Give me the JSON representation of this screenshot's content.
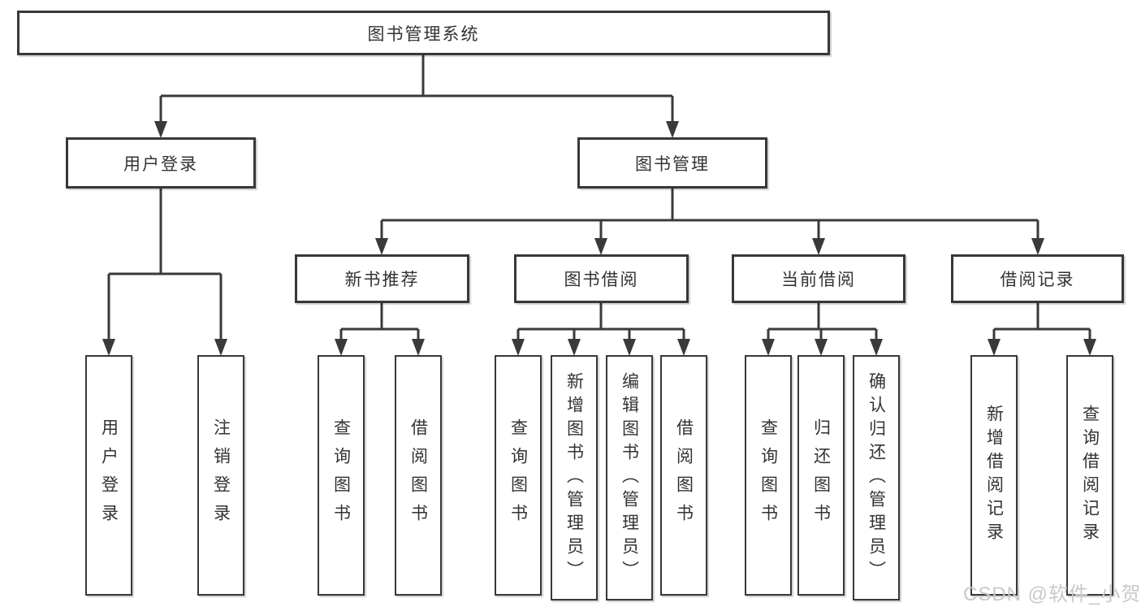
{
  "diagram": {
    "root": {
      "label": "图书管理系统"
    },
    "level2": [
      {
        "label": "用户登录"
      },
      {
        "label": "图书管理"
      }
    ],
    "level3": [
      {
        "label": "新书推荐"
      },
      {
        "label": "图书借阅"
      },
      {
        "label": "当前借阅"
      },
      {
        "label": "借阅记录"
      }
    ],
    "leaves": [
      {
        "label": "用户登录"
      },
      {
        "label": "注销登录"
      },
      {
        "label": "查询图书"
      },
      {
        "label": "借阅图书"
      },
      {
        "label": "查询图书"
      },
      {
        "label": "新增图书（管理员）"
      },
      {
        "label": "编辑图书（管理员）"
      },
      {
        "label": "借阅图书"
      },
      {
        "label": "查询图书"
      },
      {
        "label": "归还图书"
      },
      {
        "label": "确认归还（管理员）"
      },
      {
        "label": "新增借阅记录"
      },
      {
        "label": "查询借阅记录"
      }
    ]
  },
  "watermark": {
    "text": "CSDN @软件_小贺同学"
  },
  "colors": {
    "line": "#3a3a3a",
    "box_border": "#383838",
    "text": "#333333",
    "watermark_text": "#c9c9c9",
    "background": "#ffffff"
  }
}
